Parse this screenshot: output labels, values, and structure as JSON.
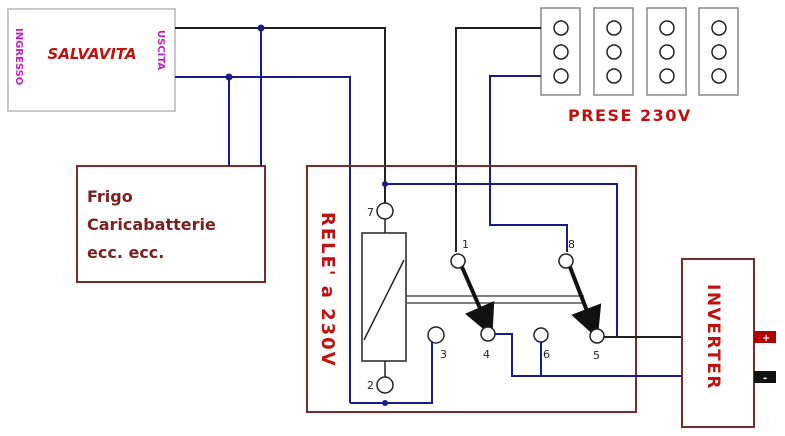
{
  "salvavita": {
    "title": "SALVAVITA",
    "left_label": "INGRESSO",
    "right_label": "USCITA"
  },
  "frigo": {
    "lines": [
      "Frigo",
      "Caricabatterie",
      "ecc. ecc."
    ]
  },
  "prese": {
    "label": "PRESE 230V",
    "sockets": 4
  },
  "rele": {
    "label": "RELE' a 230V"
  },
  "inverter": {
    "label": "INVERTER",
    "plus": "+",
    "minus": "-"
  },
  "terminals": {
    "t1": "1",
    "t2": "2",
    "t3": "3",
    "t4": "4",
    "t5": "5",
    "t6": "6",
    "t7": "7",
    "t8": "8"
  },
  "colors": {
    "navy": "#1a1a8c",
    "dark": "#202020",
    "frame": "#7a2a2a",
    "red_text": "#c01010",
    "magenta": "#c020c0",
    "terminal_plus": "#b00000",
    "terminal_minus": "#111111"
  }
}
